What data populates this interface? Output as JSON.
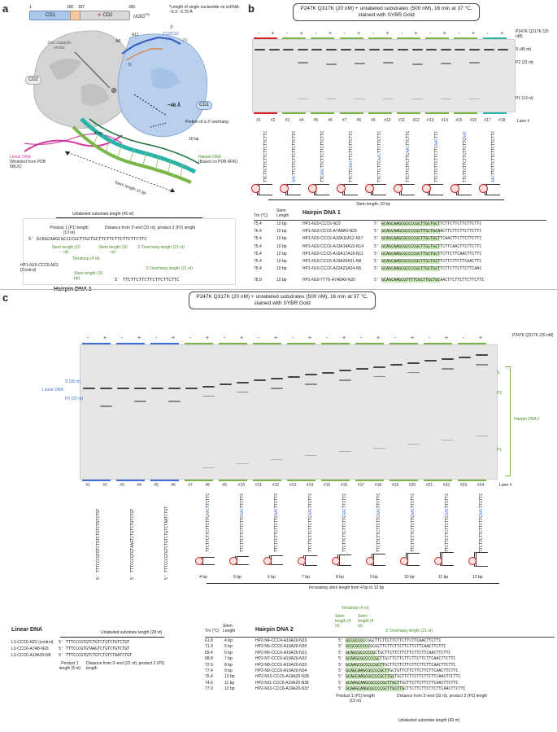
{
  "panel_a": {
    "label": "a",
    "domain_bar": {
      "start": "1",
      "b1": "180",
      "b2": "187",
      "end": "360",
      "cd1": "CD1",
      "cd2": "CD2",
      "protein": "rA3G",
      "protein_sup": "FM"
    },
    "note": "*Length of single nucleotide on ssDNA: ~6.3 - 6.76 Å",
    "labels": {
      "zinc": "Zinc-catalytic center",
      "cd2": "CD2",
      "cd1": "CD1",
      "distance": "~46 Å",
      "overhang": "Portion of a 3' overhang",
      "ten_bp": "10 bp",
      "four_bp": "4 bp",
      "linear_dna": "Linear DNA",
      "linear_src": "(Modeled from PDB 6BUX)",
      "hairpin_dna": "Hairpin DNA",
      "hairpin_src": "(Based on PDB 8FIK)",
      "stem": "Stem length 12 bp",
      "a8": "A8",
      "a11": "A11",
      "t12": "T12/C13",
      "zn": "ZN",
      "five_prime": "5'",
      "three_prime": "3'"
    },
    "scheme": {
      "unlabeled": "Unlabeled substrate length (45 nt)",
      "product1": "Product 1 (P1) length (13 nt)",
      "distance": "Distance from 3'-end (31 nt), product 2 (P2) length",
      "seq": "5' GCAGCAAGCGCCCCGCTTGCTGCTTCTTCTTCTTCTTCTTC",
      "stem_left": "Stem length (10 nt)",
      "stem_right": "Stem length (10 nt)",
      "overhang": "3' Overhang length (21 nt)",
      "control": "HP1-N10-CCC6-N23 (Control)",
      "tetraloop": "Tetraloop (4 nt)",
      "stem_bp": "Stem length (10 bp)",
      "overhang2": "3' Overhang length (21 nt)",
      "overhang_seq": "TTCTTCTTCTTCTTCTTCTTC",
      "title": "Hairpin DNA 1"
    }
  },
  "panel_b": {
    "label": "b",
    "title_line1": "P247K Q317K (20 nM) + unlabeled substrates (500 nM), 16 min at 37 °C,",
    "title_line2": "stained with SYBR Gold",
    "enzyme_label": "P247K Q317K (20 nM)",
    "signs": [
      "-",
      "+",
      "-",
      "+",
      "-",
      "+",
      "-",
      "+",
      "-",
      "+",
      "-",
      "+",
      "-",
      "+",
      "-",
      "+",
      "-",
      "+"
    ],
    "lanes": [
      "#1",
      "#2",
      "#3",
      "#4",
      "#5",
      "#6",
      "#7",
      "#8",
      "#9",
      "#10",
      "#11",
      "#12",
      "#13",
      "#14",
      "#15",
      "#16",
      "#17",
      "#18"
    ],
    "lane_label": "Lane #",
    "bands": {
      "s": "S (45 nt)",
      "p2": "P2 (31 nt)",
      "p1": "P1 (13 nt)"
    },
    "stem_caption": "Stem length: 10 bp",
    "table_title": "Hairpin DNA 1",
    "table_headers": [
      "Tm (°C)",
      "Stem Length"
    ],
    "rows": [
      {
        "tm": "75.4",
        "stem": "10 bp",
        "name": "HP1-N10-CCC6-N23",
        "seq": "5' GCAGCAAGCGCCCCGCTTGCTGCTTCTTCTTCTTCTTCTTC"
      },
      {
        "tm": "76.4",
        "stem": "10 bp",
        "name": "HP1-N10-CCC6-A7A8A9-N20",
        "seq": "5' GCAGCAAGCGCCCCGCTTGCTGCAACTTCTTCTTCTTCTTC"
      },
      {
        "tm": "75.4",
        "stem": "10 bp",
        "name": "HP1-N10-CCC6-A10A11A12-N17",
        "seq": "5' GCAGCAAGCGCCCCGCTTGCTGCTTCAACTTCTTCTTCTTC"
      },
      {
        "tm": "75.4",
        "stem": "10 bp",
        "name": "HP1-N10-CCC6-A13A14A15-N14",
        "seq": "5' GCAGCAAGCGCCCCGCTTGCTGCTTCTTCAACTTCTTCTTC"
      },
      {
        "tm": "75.4",
        "stem": "10 bp",
        "name": "HP1-N10-CCC6-A16A17A18-N11",
        "seq": "5' GCAGCAAGCGCCCCGCTTGCTGCTTCTTCTTCAACTTCTTC"
      },
      {
        "tm": "75.4",
        "stem": "10 bp",
        "name": "HP1-N10-CCC6-A19A20A21-N8",
        "seq": "5' GCAGCAAGCGCCCCGCTTGCTGCTTCTTCTTCTTCAACTTC"
      },
      {
        "tm": "75.4",
        "stem": "10 bp",
        "name": "HP1-N10-CCC6-A22A23A24-N5",
        "seq": "5' GCAGCAAGCGCCCCGCTTGCTGCTTCTTCTTCTTCTTCAAC"
      },
      {
        "tm": "78.9",
        "stem": "10 bp",
        "name": "HP1-N10-TTT6-A7A8A9-N20",
        "seq": "5' GCAGCAAGCGTTTTCGCTTGCTGCAACTTCTTCTTCTTCTTC"
      }
    ],
    "structure_seqs": [
      "TTCTTCTTCTTCTTCTTCTTC",
      "AACTTCTTCTTCTTCTTCTTC",
      "TTCAACTTCTTCTTCTTCTTC",
      "TTCTTCAACTTCTTCTTCTTC",
      "TTCTTCTTCAACTTCTTCTTC",
      "TTCTTCTTCTTCAACTTCTTC",
      "TTCTTCTTCTTCTTCAACTTC",
      "TTCTTCTTCTTCTTCTTCAAC",
      "AACTTCTTCTTCTTCTTCTTC"
    ]
  },
  "panel_c": {
    "label": "c",
    "title_line1": "P247K Q317K (20 nM) + unlabeled substrates (500 nM), 16 min at 37 °C,",
    "title_line2": "stained with SYBR Gold",
    "enzyme_label": "P247K Q317K (20 nM)",
    "signs": [
      "-",
      "+",
      "-",
      "+",
      "-",
      "+",
      "-",
      "+",
      "-",
      "+",
      "-",
      "+",
      "-",
      "+",
      "-",
      "+",
      "-",
      "+",
      "-",
      "+",
      "-",
      "+",
      "-",
      "+"
    ],
    "lanes": [
      "#1",
      "#2",
      "#3",
      "#4",
      "#5",
      "#6",
      "#7",
      "#8",
      "#9",
      "#10",
      "#11",
      "#12",
      "#13",
      "#14",
      "#15",
      "#16",
      "#17",
      "#18",
      "#19",
      "#20",
      "#21",
      "#22",
      "#23",
      "#24"
    ],
    "lane_label": "Lane #",
    "linear_label": "Linear DNA",
    "linear_s": "S (28 nt)",
    "linear_p2": "P2 (22 nt)",
    "hairpin_label": "Hairpin DNA 2",
    "hp_s": "S",
    "hp_p2": "P2",
    "hp_p1": "P1",
    "stem_bps": [
      "4 bp",
      "5 bp",
      "6 bp",
      "7 bp",
      "8 bp",
      "9 bp",
      "10 bp",
      "11 bp",
      "12 bp"
    ],
    "stem_caption": "Increasing stem length from 4 bp to 12 bp",
    "linear_seqs": [
      "5' TTTCCCGTGTCTGTCTGTCTGTCTGT",
      "5' TTTCCCGTGTAAGTCTGTCTGTCTGT",
      "5' TTTCCCGTGTCTGTCTGTCTAATCTGT"
    ],
    "hp_structure_seqs": [
      "TTCTTCTTCTTCTTCAACTTCTTC",
      "TTCTTCTTCTTCTTCAACTTCTTC",
      "TTCTTCTTCTTCTTCAACTTCTTC",
      "TTCTTCTTCTTCTTCAACTTCTTC",
      "TTCTTCTTCTTCTTCAACTTCTTC",
      "TTCTTCTTCTTCTTCAACTTCTTC",
      "TTCTTCTTCTTCTTCAACTTCTTC",
      "TTCTTCTTCTTCTTCAACTTCTTC",
      "TTCTTCTTCTTCTTCAACTTCTTC"
    ],
    "linear_table": {
      "title": "Linear DNA",
      "unlabeled": "Unlabeled substrate length (28 nt)",
      "rows": [
        {
          "name": "L3-CCC6-N22 (control)",
          "seq": "5' TTTCCCGTGTCTGTCTGTCTGTCTGT"
        },
        {
          "name": "L3-CCC6-A7A8-N20",
          "seq": "5' TTTCCCGTGTAAGTCTGTCTGTCTGT"
        },
        {
          "name": "L3-CCC6-A19A20-N8",
          "seq": "5' TTTCCCGTGTCTGTCTGTCTAATCTGT"
        }
      ],
      "product1": "Product 1 length (5 nt)",
      "distance": "Distance from 3'-end (22 nt), product 2 (P2) length"
    },
    "hp_table": {
      "title": "Hairpin DNA 2",
      "headers": [
        "Tm (°C)",
        "Stem Length"
      ],
      "tetraloop": "Tetraloop (4 nt)",
      "stem_left": "Stem length (4 nt)",
      "stem_right": "Stem length (4 nt)",
      "overhang": "3' Overhang length (21 nt)",
      "product1": "Product 1 (P1) length (15 nt)",
      "distance": "Distance from 3'-end (33 nt), product 2 (P2) length",
      "unlabeled": "Unlabeled substrate length (49 nt)",
      "rows": [
        {
          "tm": "61.8",
          "stem": "4 bp",
          "name": "HP2-N4-CCC4-A19A20-N29",
          "seq": "5' GCCGCCCCCGGCTTCTTCTTCTTCTTCTTCAACTTCTTC"
        },
        {
          "tm": "71.9",
          "stem": "5 bp",
          "name": "HP2-N5-CCC6-A19A20-N30",
          "seq": "5' GCGCGCCCCCGCGCTTCTTCTTCTTCTTCTTCAACTTCTTC"
        },
        {
          "tm": "69.4",
          "stem": "6 bp",
          "name": "HP2-N6-CCC6-A19A20-N31",
          "seq": "5' GCAGCGCCCCCGCTGCTTCTTCTTCTTCTTCTTCAACTTCTTC"
        },
        {
          "tm": "68.8",
          "stem": "7 bp",
          "name": "HP2-N7-CCC6-A19A20-N32",
          "seq": "5' GCAAGCGCCCCCGCTTGCTTCTTCTTCTTCTTCTTCAACTTCTTC"
        },
        {
          "tm": "72.9",
          "stem": "8 bp",
          "name": "HP2-N8-CCC6-A19A20-N33",
          "seq": "5' GCAAGCGCCCCCGCTTGCTTCTTCTTCTTCTTCTTCAACTTCTTC"
        },
        {
          "tm": "77.4",
          "stem": "9 bp",
          "name": "HP2-N9-CCC6-A19A20-N34",
          "seq": "5' GCAGCAAGCGCCCCGCTTGCTGTTCTTCTTCTTCTTCAACTTCTTC"
        },
        {
          "tm": "75.4",
          "stem": "10 bp",
          "name": "HP2-N10-CCC6-A19A20-N35",
          "seq": "5' GCAGCAAGCGCCCCGCTTGCTGCTTCTTCTTCTTCTTCAACTTCTTC"
        },
        {
          "tm": "74.6",
          "stem": "11 bp",
          "name": "HP2-N11-CCC6-A19A20-N36",
          "seq": "5' GCAAGCAAGCGCCCCGCTTGCTTGCTTCTTCTTCTTCAACTTCTTC"
        },
        {
          "tm": "77.0",
          "stem": "12 bp",
          "name": "HP2-N12-CCC6-A19A20-N37",
          "seq": "5' GCAAGCAAGCGCCCCGCTTGCTTGCTTCTTCTTCTTCTTCAACTTCTTC"
        }
      ]
    }
  },
  "colors": {
    "cd1": "#a8c8ec",
    "cd2": "#d8d8d8",
    "red": "#d42020",
    "green": "#7ab648",
    "teal": "#2ab3a8",
    "blue": "#3f6fd4",
    "magenta": "#d23aa0",
    "gel": "#e6e6e6"
  }
}
